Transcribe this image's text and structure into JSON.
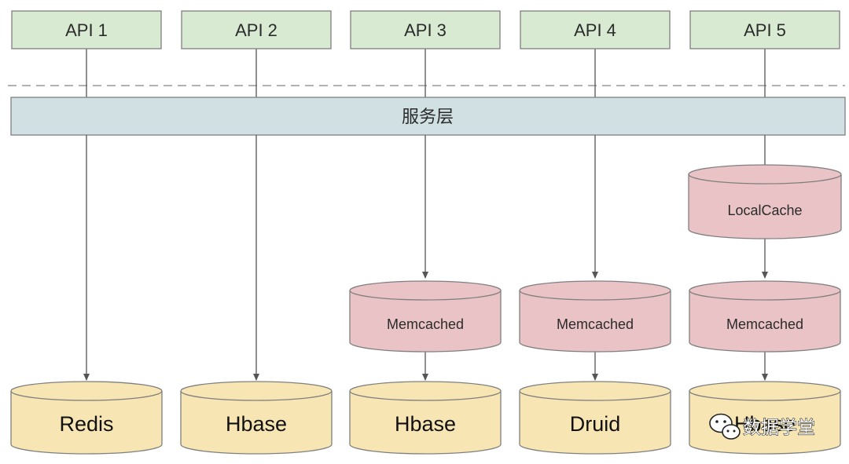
{
  "colors": {
    "api_fill": "#d9ead3",
    "service_fill": "#d0e0e3",
    "cache_fill": "#eac3c6",
    "store_fill": "#f7e6b3",
    "stroke": "#7f7f7f",
    "arrow": "#555555",
    "dashed_line": "#999999"
  },
  "apis": [
    {
      "label": "API 1"
    },
    {
      "label": "API 2"
    },
    {
      "label": "API 3"
    },
    {
      "label": "API 4"
    },
    {
      "label": "API 5"
    }
  ],
  "service_layer": {
    "label": "服务层"
  },
  "local_cache": {
    "label": "LocalCache"
  },
  "caches": [
    {
      "label": "Memcached"
    },
    {
      "label": "Memcached"
    },
    {
      "label": "Memcached"
    }
  ],
  "stores": [
    {
      "label": "Redis"
    },
    {
      "label": "Hbase"
    },
    {
      "label": "Hbase"
    },
    {
      "label": "Druid"
    },
    {
      "label": "Hbase"
    }
  ],
  "watermark": {
    "icon": "wechat-icon",
    "text": "数据学堂"
  }
}
